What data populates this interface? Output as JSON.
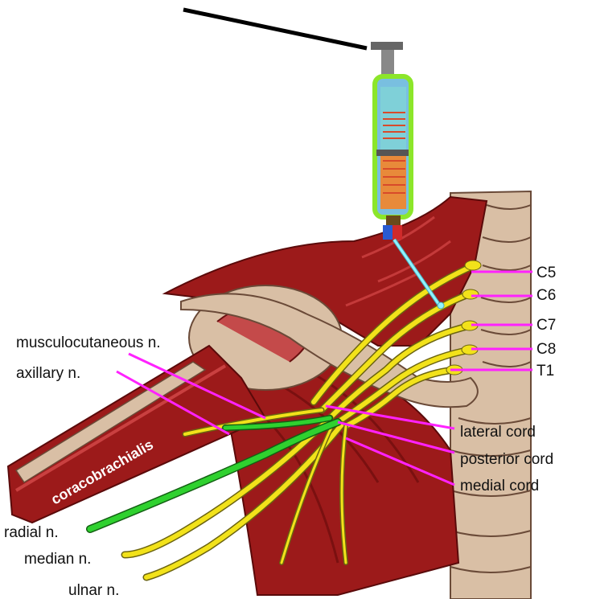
{
  "colors": {
    "muscle": "#9c1a1a",
    "muscle_dark": "#6e0d0d",
    "bone": "#d9bfa5",
    "bone_outline": "#6a4a38",
    "nerve": "#f2e21a",
    "nerve_outline": "#6b6410",
    "radial_nerve": "#2fd12f",
    "leader": "#ff22ff",
    "needle": "#8ff3ff",
    "syringe_outline": "#8ce62a"
  },
  "roots": [
    "C5",
    "C6",
    "C7",
    "C8",
    "T1"
  ],
  "labels": {
    "musculocutaneous": "musculocutaneous n.",
    "axillary": "axillary n.",
    "lateral_cord": "lateral cord",
    "posterior_cord": "posterior cord",
    "medial_cord": "medial cord",
    "radial": "radial n.",
    "median": "median n.",
    "ulnar": "ulnar n.",
    "coracobrachialis": "coracobrachialis"
  },
  "icons": [
    "syringe-icon",
    "needle-icon"
  ]
}
